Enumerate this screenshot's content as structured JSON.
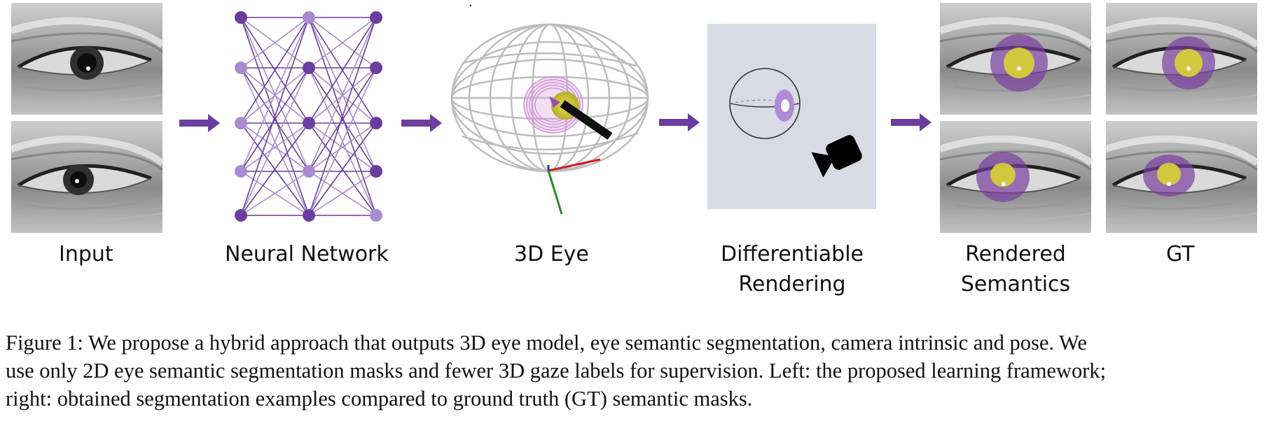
{
  "figure": {
    "stages": {
      "input": "Input",
      "network": "Neural Network",
      "eye3d": "3D Eye",
      "rendering_line1": "Differentiable",
      "rendering_line2": "Rendering",
      "semantics_line1": "Rendered",
      "semantics_line2": "Semantics",
      "gt": "GT"
    },
    "colors": {
      "arrow": "#6a3d9e",
      "node_dark": "#6a3d9e",
      "node_light": "#a98bcf",
      "iris_overlay": "#7a3fa0",
      "pupil_overlay": "#d6cf3a",
      "render_bg": "#d9dbe4"
    }
  },
  "caption": {
    "line1": "Figure 1: We propose a hybrid approach that outputs 3D eye model, eye semantic segmentation, camera intrinsic and pose. We",
    "line2": "use only 2D eye semantic segmentation masks and fewer 3D gaze labels for supervision. Left: the proposed learning framework;",
    "line3": "right: obtained segmentation examples compared to ground truth (GT) semantic masks."
  }
}
